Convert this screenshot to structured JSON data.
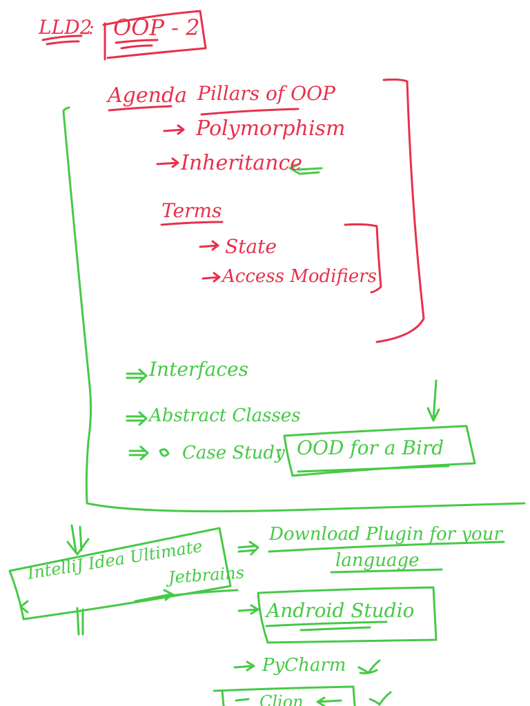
{
  "header": {
    "course": "LLD2",
    "colon": ":",
    "topic": "OOP - 2"
  },
  "agenda": {
    "label": "Agenda",
    "pillars": "Pillars of OOP",
    "items": [
      "Polymorphism",
      "Inheritance"
    ],
    "terms_label": "Terms",
    "terms": [
      "State",
      "Access Modifiers"
    ]
  },
  "topics": {
    "items": [
      "Interfaces",
      "Abstract Classes",
      "Case Study"
    ],
    "case_study_colon": ":",
    "case_study_box": "OOD for a Bird"
  },
  "tools": {
    "ide": "IntelliJ Idea Ultimate",
    "vendor": "Jetbrains",
    "plugin_note_line1": "Download Plugin for your",
    "plugin_note_line2": "language",
    "android": "Android Studio",
    "pycharm": "PyCharm",
    "clion": "Clion"
  },
  "colors": {
    "red_ink": "#e8304a",
    "green_ink": "#46c946",
    "background": "#ffffff"
  }
}
